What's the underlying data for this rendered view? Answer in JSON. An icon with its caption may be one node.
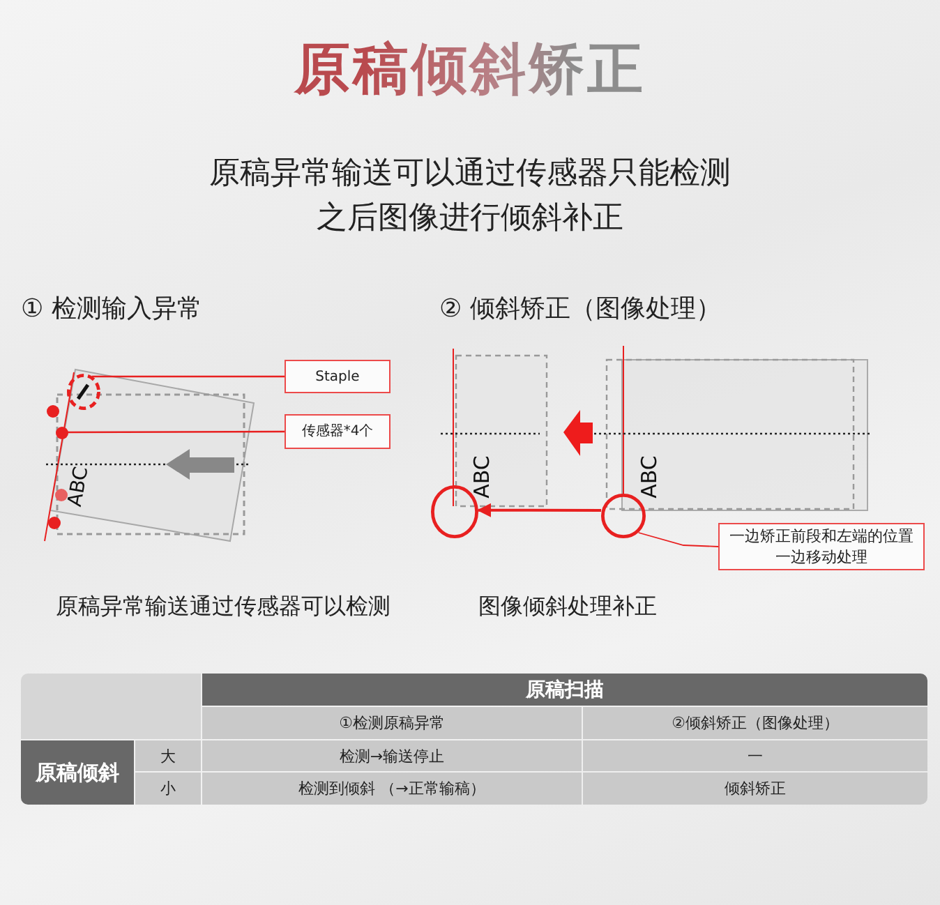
{
  "diagram": {
    "title": "原稿倾斜矫正",
    "nodes": [
      {
        "text": [
          "Staple"
        ]
      },
      {
        "text": [
          "传感器*4个"
        ]
      },
      {
        "text": [],
        "shape": "circle"
      },
      {
        "text": [],
        "shape": "circle"
      },
      {
        "text": [
          "一边矫正前段和左端的位置一边移动处理"
        ]
      },
      {
        "text": [],
        "shape": "circle"
      },
      {
        "text": [],
        "shape": "circle"
      }
    ],
    "edges": [
      {
        "from": 0,
        "to": 2,
        "arrow": "none"
      },
      {
        "from": 1,
        "to": 3,
        "arrow": "none"
      },
      {
        "from": 4,
        "to": 5,
        "arrow": "none"
      },
      {
        "from": 5,
        "to": 6,
        "arrow": "to"
      }
    ],
    "labels": [
      "原稿异常输送可以通过传感器只能检测之后图像进行倾斜补正",
      "① 检测输入异常",
      "② 倾斜矫正（图像处理）",
      "ABC",
      "ABC",
      "ABC",
      "原稿异常输送通过传感器可以检测",
      "图像倾斜处理补正",
      "原稿扫描",
      "①检测原稿异常",
      "②倾斜矫正（图像处理）",
      "原稿倾斜",
      "大",
      "检测→输送停止",
      "一",
      "小",
      "检测到倾斜 （→正常输稿）",
      "倾斜矫正"
    ]
  }
}
